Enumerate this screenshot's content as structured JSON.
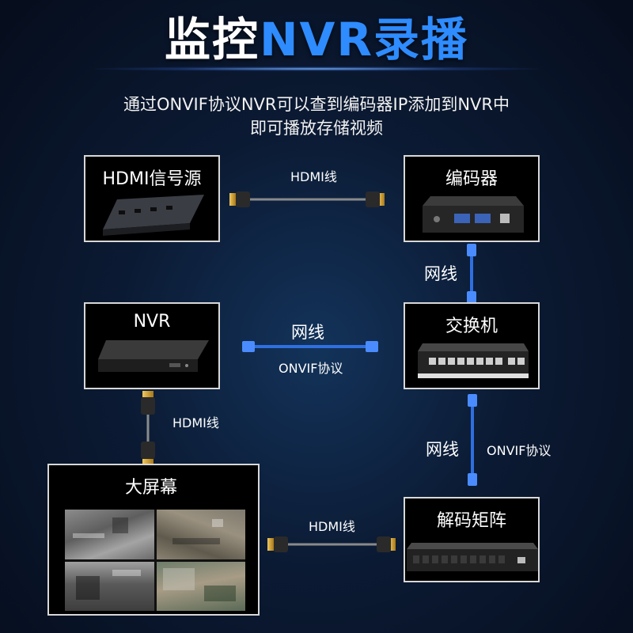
{
  "title": {
    "part1": "监控",
    "part2": "NVR录播"
  },
  "subtitle": {
    "line1": "通过ONVIF协议NVR可以查到编码器IP添加到NVR中",
    "line2": "即可播放存储视频"
  },
  "devices": {
    "hdmi_source": "HDMI信号源",
    "encoder": "编码器",
    "nvr": "NVR",
    "switch": "交换机",
    "big_screen": "大屏幕",
    "decoder_matrix": "解码矩阵"
  },
  "connections": {
    "source_to_encoder": "HDMI线",
    "encoder_to_switch": "网线",
    "switch_to_nvr_cable": "网线",
    "switch_to_nvr_protocol": "ONVIF协议",
    "nvr_to_screen": "HDMI线",
    "switch_to_decoder_cable": "网线",
    "switch_to_decoder_protocol": "ONVIF协议",
    "decoder_to_screen": "HDMI线"
  },
  "colors": {
    "accent_blue": "#2e8cff",
    "cable_blue": "#2f6fe0",
    "hdmi_cable": "#8a8a8a",
    "hdmi_gold": "#d4a02a"
  }
}
